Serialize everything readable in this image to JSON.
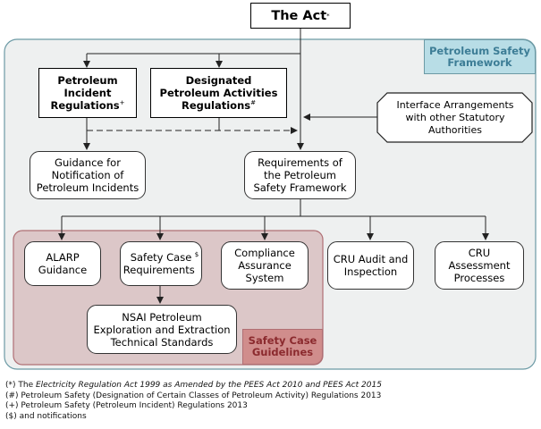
{
  "act": {
    "title": "The Act",
    "mark": "*"
  },
  "framework_label": "Petroleum Safety\nFramework",
  "incident_regs": {
    "text": "Petroleum\nIncident\nRegulations",
    "mark": "+"
  },
  "designated_regs": {
    "text": "Designated\nPetroleum Activities\nRegulations",
    "mark": "#"
  },
  "interface": "Interface Arrangements\nwith other Statutory\nAuthorities",
  "guidance_notification": "Guidance for\nNotification of\nPetroleum Incidents",
  "requirements": "Requirements of\nthe Petroleum\nSafety Framework",
  "alarp": "ALARP\nGuidance",
  "safety_case_req": {
    "text": "Safety Case\nRequirements",
    "mark": "$"
  },
  "compliance": "Compliance\nAssurance\nSystem",
  "cru_audit": "CRU Audit and\nInspection",
  "cru_assessment": "CRU\nAssessment\nProcesses",
  "nsai": "NSAI Petroleum\nExploration and Extraction\nTechnical Standards",
  "safety_case_label": "Safety Case\nGuidelines",
  "footnotes": {
    "f1": {
      "mark": "(*) The ",
      "italic": "Electricity Regulation Act 1999 as Amended by the PEES Act 2010 and PEES Act 2015"
    },
    "f2": "(#) Petroleum Safety (Designation of Certain Classes of Petroleum Activity) Regulations 2013",
    "f3": "(+) Petroleum Safety (Petroleum Incident) Regulations 2013",
    "f4": "($) and notifications"
  },
  "colors": {
    "framework_fill": "#eef0f0",
    "framework_border": "#6c9aa5",
    "framework_tag": "#b8dde6",
    "safety_case_fill": "#dcc7c8",
    "safety_case_border": "#b06f74",
    "safety_case_tag": "#d08d8c",
    "interface_fill": "#ffffff",
    "line": "#222222"
  }
}
